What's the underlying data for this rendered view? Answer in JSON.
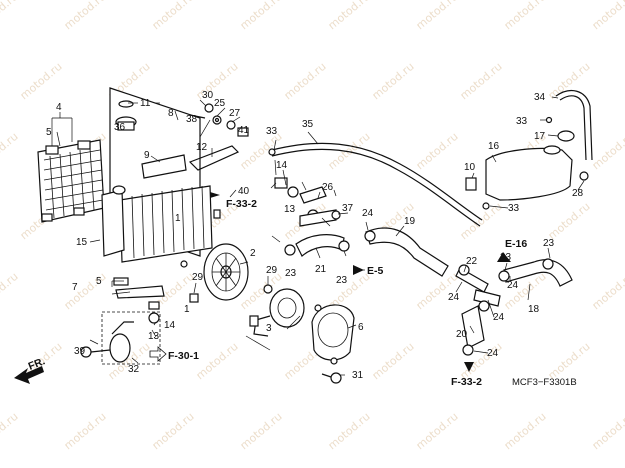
{
  "watermark": "motod.ru",
  "diagram_code": "MCF3−F3301B",
  "direction_label": "FR.",
  "callouts": [
    "1",
    "2",
    "3",
    "4",
    "5",
    "6",
    "7",
    "8",
    "9",
    "10",
    "11",
    "12",
    "13",
    "14",
    "15",
    "16",
    "17",
    "18",
    "19",
    "20",
    "21",
    "22",
    "23",
    "24",
    "25",
    "26",
    "27",
    "28",
    "29",
    "30",
    "31",
    "32",
    "33",
    "34",
    "35",
    "36",
    "37",
    "38",
    "39",
    "40",
    "41"
  ],
  "references": {
    "f33_2_top": "F-33-2",
    "e5": "E-5",
    "e16": "E-16",
    "f30_1": "F-30-1",
    "f33_2_bottom": "F-33-2"
  },
  "colors": {
    "line": "#111111",
    "watermark": "#c9a06a"
  }
}
